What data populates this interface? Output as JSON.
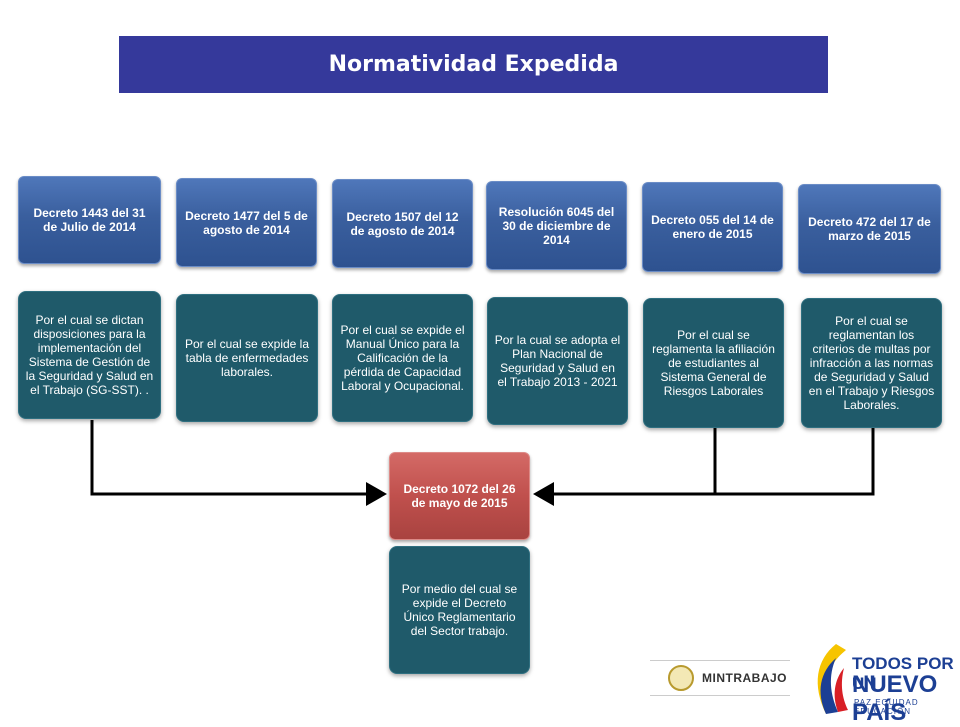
{
  "title": "Normatividad Expedida",
  "headers": [
    "Decreto 1443 del 31 de Julio de 2014",
    "Decreto 1477 del 5 de agosto  de 2014",
    "Decreto 1507 del 12 de agosto de 2014",
    "Resolución 6045 del 30 de diciembre de 2014",
    "Decreto 055 del 14 de enero de 2015",
    "Decreto 472 del 17 de marzo de 2015"
  ],
  "descriptions": [
    "Por el cual se dictan disposiciones para la implementación del Sistema de Gestión de la Seguridad y Salud en el Trabajo (SG-SST).  .",
    "Por el cual se expide la tabla de enfermedades laborales.",
    "Por el cual se expide el Manual Único para la Calificación de la pérdida de Capacidad Laboral y Ocupacional.",
    "Por la cual se adopta el Plan Nacional de Seguridad y Salud en el Trabajo 2013 - 2021",
    "Por el cual se reglamenta la afiliación de estudiantes al Sistema General de Riesgos Laborales",
    "Por el cual se reglamentan los criterios de multas por infracción a las normas de Seguridad y Salud en el Trabajo y Riesgos Laborales."
  ],
  "central": {
    "header": "Decreto 1072 del 26 de mayo de 2015",
    "description": "Por medio del cual se expide el Decreto Único Reglamentario del Sector trabajo."
  },
  "logos": {
    "mintrabajo": "MINTRABAJO",
    "tpu_line1": "TODOS POR UN",
    "tpu_line2": "NUEVO PAÍS",
    "tpu_line3": "PAZ  EQUIDAD  EDUCACIÓN"
  },
  "colors": {
    "title_bar": "#35399b",
    "header_blue": "#3a5f9e",
    "body_teal": "#1f5a6a",
    "central_red": "#c0504d"
  }
}
